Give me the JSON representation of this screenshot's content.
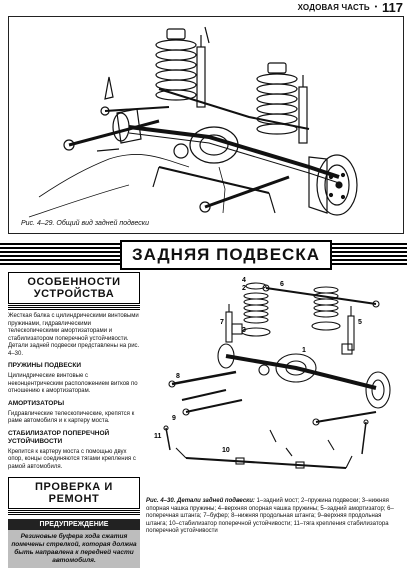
{
  "header": {
    "section": "ХОДОВАЯ ЧАСТЬ",
    "bullet": "•",
    "page": "117"
  },
  "figure_top": {
    "caption": "Рис. 4–29. Общий вид задней подвески"
  },
  "banner": {
    "title": "ЗАДНЯЯ ПОДВЕСКА"
  },
  "features": {
    "heading_line1": "ОСОБЕННОСТИ",
    "heading_line2": "УСТРОЙСТВА",
    "intro": "Жесткая балка с цилиндрическими винтовыми пружинами, гидравлическими телескопическими амортизаторами и стабилизатором поперечной устойчивости. Детали задней подвески представлены на рис. 4–30.",
    "springs_title": "ПРУЖИНЫ ПОДВЕСКИ",
    "springs_text": "Цилиндрические винтовые с неконцентрическим расположением витков по отношению к амортизаторам.",
    "shocks_title": "АМОРТИЗАТОРЫ",
    "shocks_text": "Гидравлические телескопические, крепятся к раме автомобиля и к картеру моста.",
    "stabilizer_title_1": "СТАБИЛИЗАТОР ПОПЕРЕЧНОЙ",
    "stabilizer_title_2": "УСТОЙЧИВОСТИ",
    "stabilizer_text": "Крепится к картеру моста с помощью двух опор, концы соединяются тягами крепления с рамой автомобиля."
  },
  "check": {
    "heading": "ПРОВЕРКА И РЕМОНТ",
    "warning_label": "ПРЕДУПРЕЖДЕНИЕ",
    "warning_text": "Резиновые буфера хода сжатия помечены стрелкой, которая должна быть направлена к передней части автомобиля."
  },
  "figure_bottom": {
    "caption_title": "Рис. 4–30. Детали задней подвески:",
    "caption_text": "1–задний мост; 2–пружина подвески; 3–нижняя опорная чашка пружины; 4–верхняя опорная чашка пружины; 5–задний амортизатор; 6–поперечная штанга; 7–буфер; 8–нижняя продольная штанга; 9–верхняя продольная штанга; 10–стабилизатор поперечной устойчивости; 11–тяга крепления стабилизатора поперечной устойчивости",
    "labels": [
      "2",
      "3",
      "4",
      "5",
      "6",
      "7",
      "8",
      "9",
      "10",
      "11",
      "1"
    ]
  }
}
